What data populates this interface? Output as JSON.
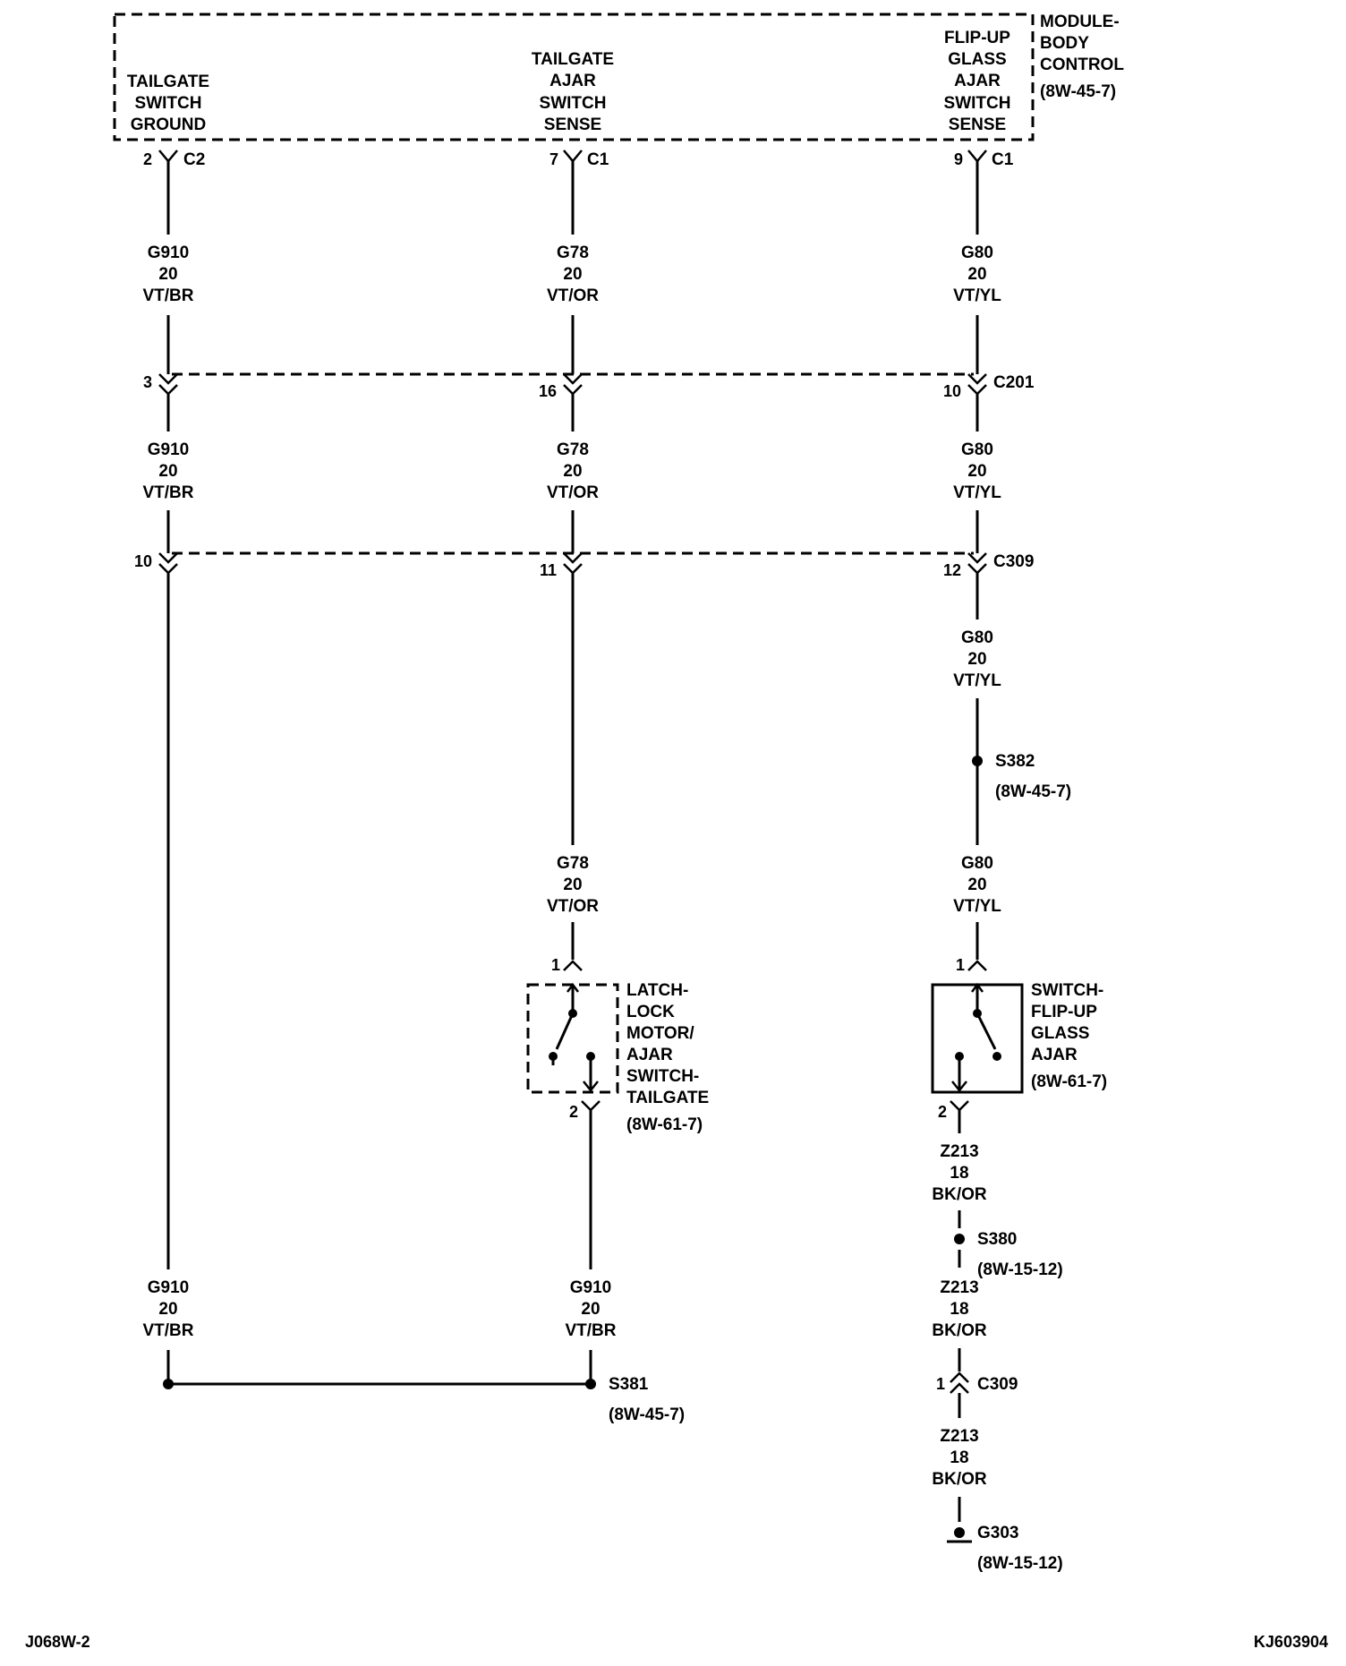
{
  "module": {
    "title_lines": [
      "MODULE-",
      "BODY",
      "CONTROL"
    ],
    "ref": "(8W-45-7)",
    "col1_lines": [
      "TAILGATE",
      "SWITCH",
      "GROUND"
    ],
    "col2_lines": [
      "TAILGATE",
      "AJAR",
      "SWITCH",
      "SENSE"
    ],
    "col3_lines": [
      "FLIP-UP",
      "GLASS",
      "AJAR",
      "SWITCH",
      "SENSE"
    ]
  },
  "module_pins": {
    "p1": "2",
    "c1": "C2",
    "p2": "7",
    "c2": "C1",
    "p3": "9",
    "c3": "C1"
  },
  "wires": {
    "w_g910_1": [
      "G910",
      "20",
      "VT/BR"
    ],
    "w_g78_1": [
      "G78",
      "20",
      "VT/OR"
    ],
    "w_g80_1": [
      "G80",
      "20",
      "VT/YL"
    ],
    "w_g910_2": [
      "G910",
      "20",
      "VT/BR"
    ],
    "w_g78_2": [
      "G78",
      "20",
      "VT/OR"
    ],
    "w_g80_2": [
      "G80",
      "20",
      "VT/YL"
    ],
    "w_g80_3": [
      "G80",
      "20",
      "VT/YL"
    ],
    "w_g78_3": [
      "G78",
      "20",
      "VT/OR"
    ],
    "w_g80_4": [
      "G80",
      "20",
      "VT/YL"
    ],
    "w_z213_1": [
      "Z213",
      "18",
      "BK/OR"
    ],
    "w_g910_3": [
      "G910",
      "20",
      "VT/BR"
    ],
    "w_g910_4": [
      "G910",
      "20",
      "VT/BR"
    ],
    "w_z213_2": [
      "Z213",
      "18",
      "BK/OR"
    ],
    "w_z213_3": [
      "Z213",
      "18",
      "BK/OR"
    ]
  },
  "connectors": {
    "c201": {
      "name": "C201",
      "pin1": "3",
      "pin2": "16",
      "pin3": "10"
    },
    "c309": {
      "name": "C309",
      "pin1": "10",
      "pin2": "11",
      "pin3": "12"
    },
    "c309b": {
      "name": "C309",
      "pin": "1"
    }
  },
  "splices": {
    "s382": {
      "name": "S382",
      "ref": "(8W-45-7)"
    },
    "s380": {
      "name": "S380",
      "ref": "(8W-15-12)"
    },
    "s381": {
      "name": "S381",
      "ref": "(8W-45-7)"
    }
  },
  "ground": {
    "name": "G303",
    "ref": "(8W-15-12)"
  },
  "latch": {
    "lines": [
      "LATCH-",
      "LOCK",
      "MOTOR/",
      "AJAR",
      "SWITCH-",
      "TAILGATE"
    ],
    "ref": "(8W-61-7)",
    "pin_top": "1",
    "pin_bottom": "2"
  },
  "flipswitch": {
    "lines": [
      "SWITCH-",
      "FLIP-UP",
      "GLASS",
      "AJAR"
    ],
    "ref": "(8W-61-7)",
    "pin_top": "1",
    "pin_bottom": "2"
  },
  "footer": {
    "left": "J068W-2",
    "right": "KJ603904"
  }
}
